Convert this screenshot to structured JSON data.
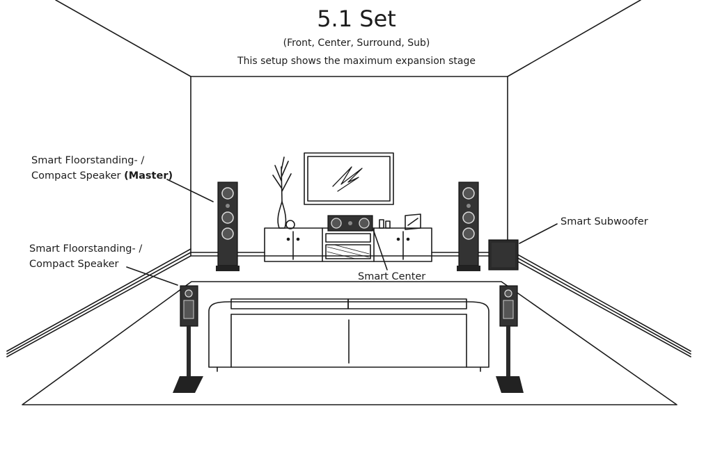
{
  "header": {
    "title": "5.1 Set",
    "subtitle": "(Front, Center, Surround, Sub)",
    "note": "This setup shows the maximum expansion stage"
  },
  "labels": {
    "master": {
      "line1": "Smart Floorstanding- /",
      "line2": "Compact Speaker ",
      "line2_bold": "(Master)"
    },
    "front": {
      "line1": "Smart Floorstanding- /",
      "line2": "Compact Speaker"
    },
    "center": "Smart Center",
    "subwoofer": "Smart Subwoofer"
  },
  "colors": {
    "line": "#1a1a1a",
    "speaker": "#3a3a3a",
    "speaker_dark": "#222222",
    "background": "#ffffff"
  }
}
